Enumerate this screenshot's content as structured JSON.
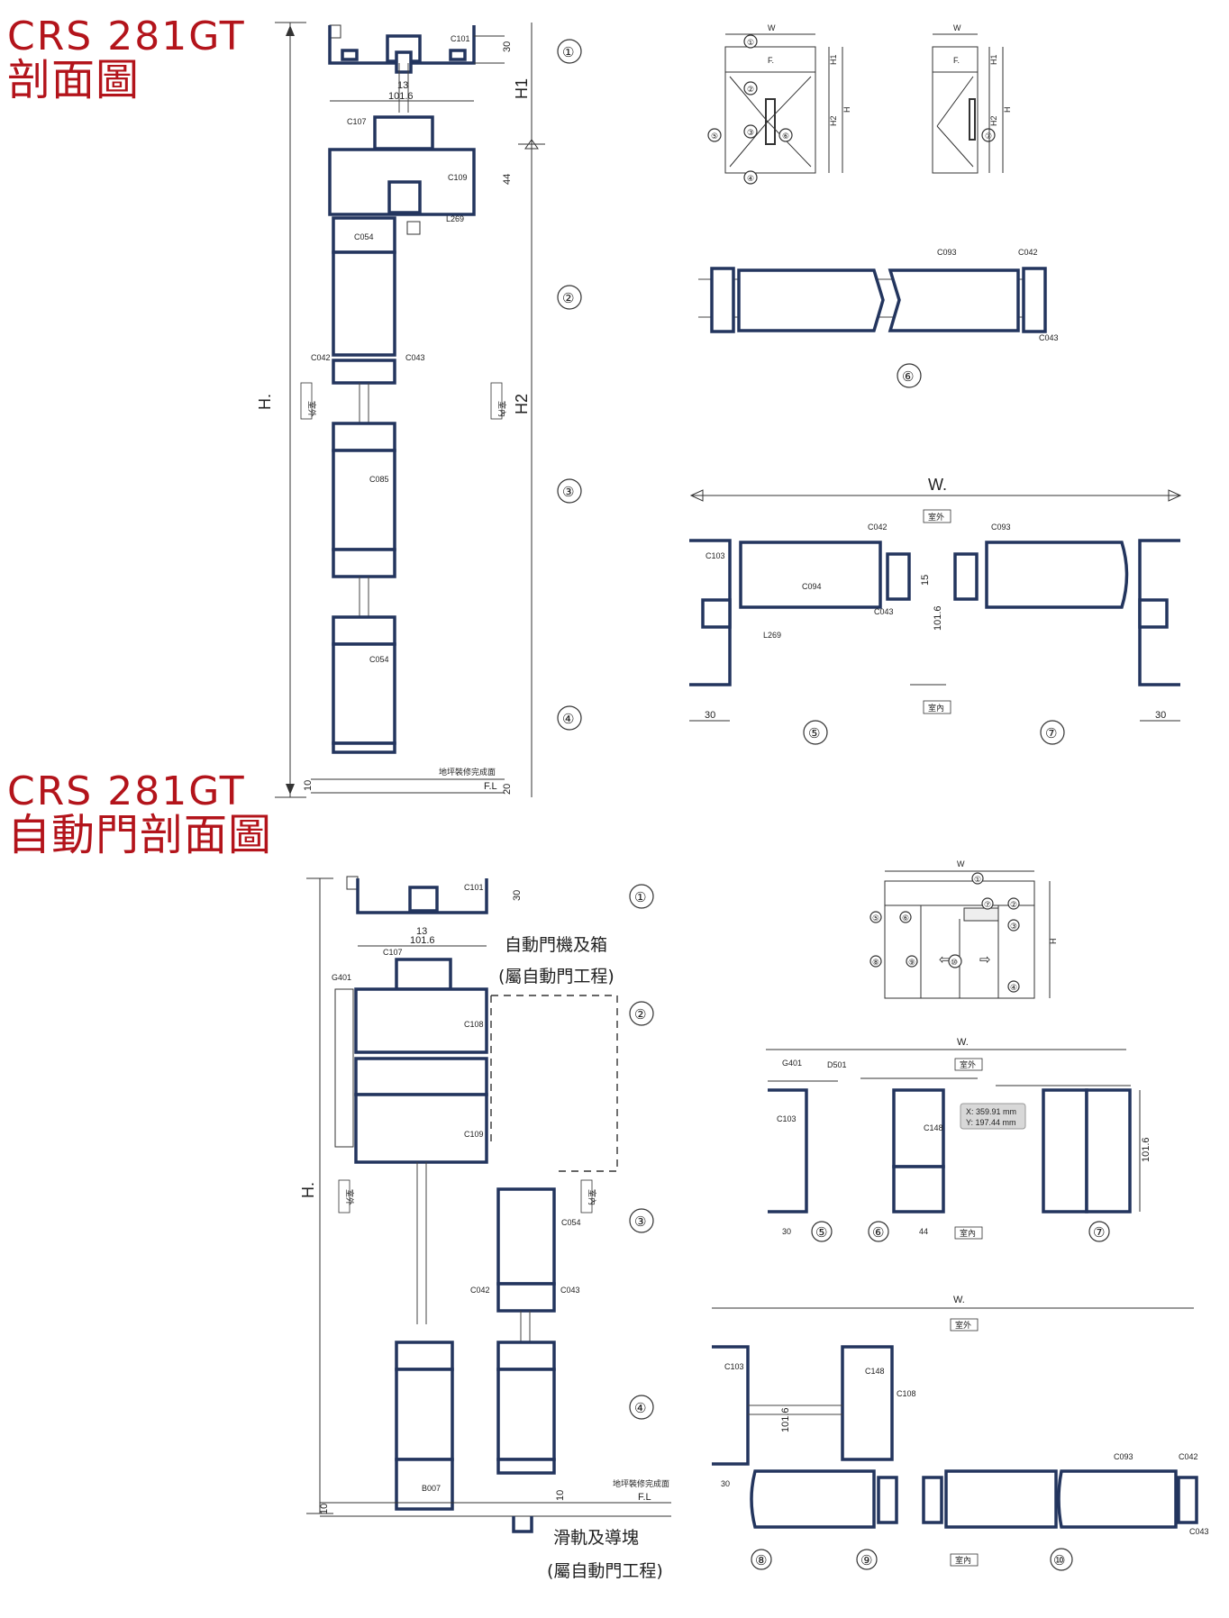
{
  "titles": {
    "section1": {
      "line1": "CRS 281GT",
      "line2": "剖面圖"
    },
    "section2": {
      "line1": "CRS 281GT",
      "line2": "自動門剖面圖"
    }
  },
  "colors": {
    "title_red": "#b3141b",
    "profile_blue": "#23355e"
  },
  "section1": {
    "callouts": [
      "①",
      "②",
      "③",
      "④",
      "⑤",
      "⑥",
      "⑦"
    ],
    "part_labels": [
      "C101",
      "C107",
      "C109",
      "L269",
      "C054",
      "C042",
      "C043",
      "C085",
      "C054",
      "C093",
      "C042",
      "C043",
      "C103",
      "C094",
      "C042",
      "C043",
      "L269",
      "C093"
    ],
    "dimensions": [
      "30",
      "13",
      "101.6",
      "44",
      "10",
      "20",
      "30",
      "30",
      "15",
      "101.6",
      "W",
      "W",
      "W.",
      "H1",
      "H2",
      "H",
      "H1",
      "H2",
      "H",
      "H.",
      "H1",
      "H2"
    ],
    "room_labels": {
      "outside": "室外",
      "inside": "室內"
    },
    "floor_note": "地坪裝修完成面",
    "floor_line": "F.L",
    "elevation_fixed_label": "F."
  },
  "section2": {
    "callouts": [
      "①",
      "②",
      "③",
      "④",
      "⑤",
      "⑥",
      "⑦",
      "⑧",
      "⑨",
      "⑩"
    ],
    "part_labels": [
      "C101",
      "C107",
      "G401",
      "C108",
      "C109",
      "C054",
      "C042",
      "C043",
      "B007",
      "G401",
      "D501",
      "C103",
      "C148",
      "C093",
      "C042",
      "C043",
      "C103",
      "C148",
      "C108"
    ],
    "dimensions": [
      "30",
      "13",
      "101.6",
      "10",
      "10",
      "30",
      "44",
      "101.6",
      "30",
      "W",
      "W.",
      "W.",
      "H",
      "H."
    ],
    "room_labels": {
      "outside": "室外",
      "inside": "室內"
    },
    "notes": {
      "operator_box": "自動門機及箱",
      "operator_box_sub": "(屬自動門工程)",
      "track": "滑軌及導塊",
      "track_sub": "(屬自動門工程)",
      "floor_note": "地坪裝修完成面",
      "floor_line": "F.L"
    },
    "coordinate_tooltip": {
      "x": "X: 359.91 mm",
      "y": "Y: 197.44 mm"
    }
  }
}
